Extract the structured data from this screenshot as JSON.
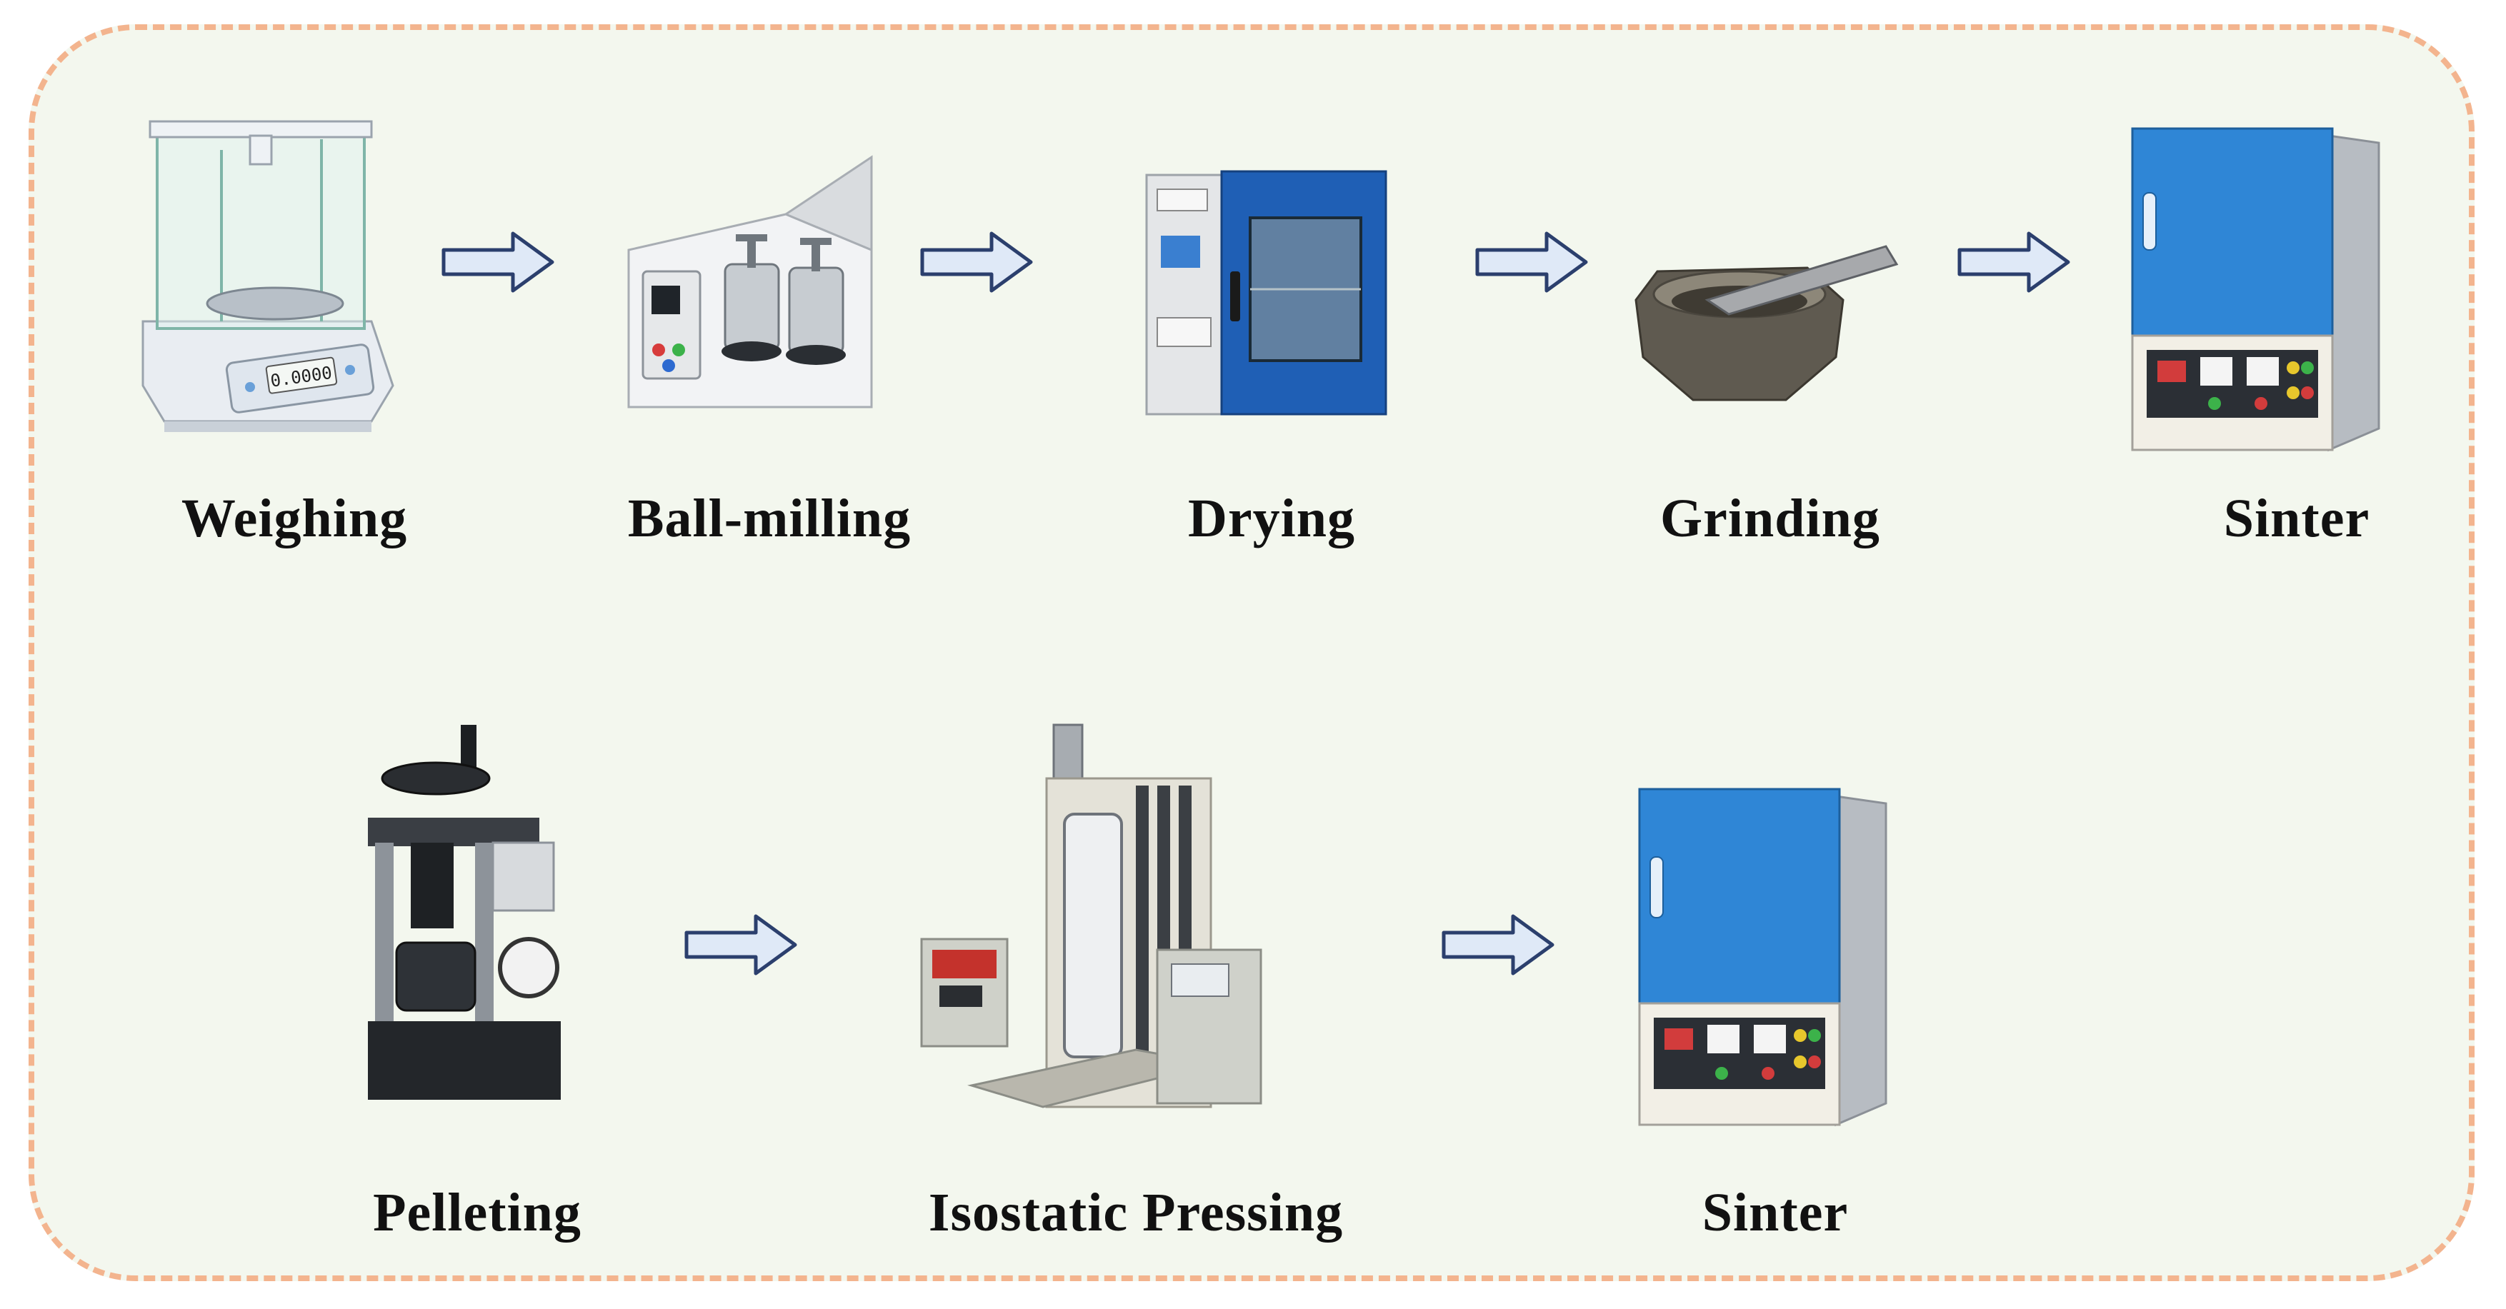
{
  "colors": {
    "border": "#f3b48e",
    "background": "#f3f7ee",
    "arrow_fill": "#dfe9f7",
    "arrow_stroke": "#2b3f6d",
    "furnace_blue": "#2f86d6",
    "label": "#111111"
  },
  "steps": {
    "weighing": "Weighing",
    "ball_milling": "Ball-milling",
    "drying": "Drying",
    "grinding": "Grinding",
    "sinter_1": "Sinter",
    "pelleting": "Pelleting",
    "isostatic_pressing": "Isostatic Pressing",
    "sinter_2": "Sinter"
  },
  "devices": {
    "balance_display": "0.0000"
  },
  "icons": {
    "weighing": "analytical-balance-icon",
    "ball_milling": "planetary-ball-mill-icon",
    "drying": "drying-oven-icon",
    "grinding": "mortar-and-pestle-icon",
    "sinter": "muffle-furnace-icon",
    "pelleting": "hydraulic-press-icon",
    "isostatic_pressing": "isostatic-press-icon",
    "arrow": "right-arrow-icon"
  }
}
